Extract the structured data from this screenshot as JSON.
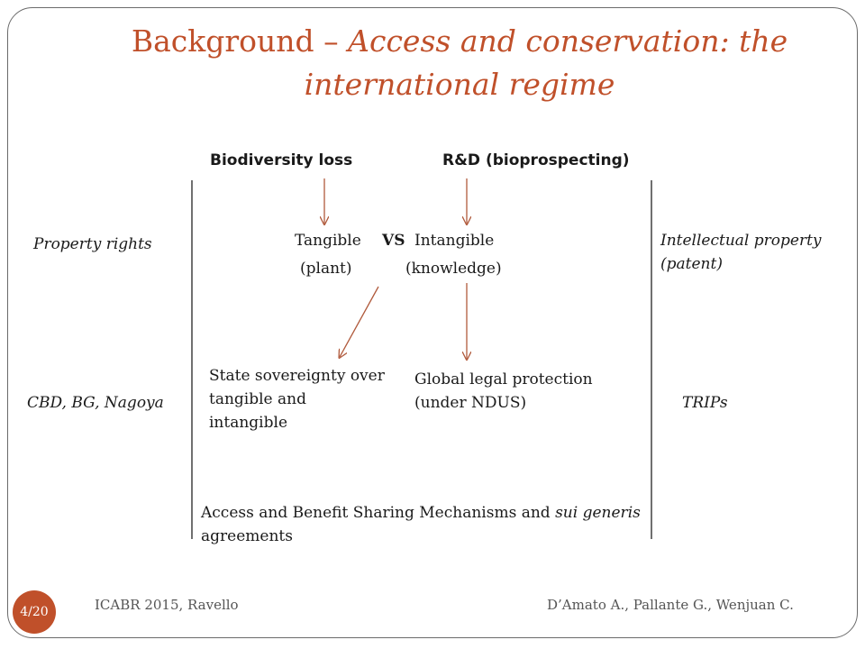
{
  "slide": {
    "title_prefix": "Background – ",
    "title_italic_1": "Access and conservation",
    "title_plain": ": the",
    "title_line2": "international regime"
  },
  "diagram": {
    "top_left_heading": "Biodiversity loss",
    "top_right_heading": "R&D (bioprospecting)",
    "left_label_1": "Property rights",
    "left_label_2": "CBD, BG, Nagoya",
    "right_label_1": "Intellectual property (patent)",
    "right_label_2": "TRIPs",
    "tangible": "Tangible",
    "vs": "VS",
    "intangible": "Intangible",
    "plant": "(plant)",
    "knowledge": "(knowledge)",
    "state_sovereignty": "State sovereignty over tangible and intangible",
    "global_protection": "Global legal protection (under NDUS)",
    "abs_part1": "Access and Benefit Sharing Mechanisms and ",
    "abs_italic_1": "sui",
    "abs_italic_2": "generis",
    "abs_part2": " agreements",
    "arrow_color": "#b05a3c"
  },
  "footer": {
    "page": "4/20",
    "left": "ICABR 2015, Ravello",
    "right": "D’Amato A., Pallante G., Wenjuan C."
  }
}
